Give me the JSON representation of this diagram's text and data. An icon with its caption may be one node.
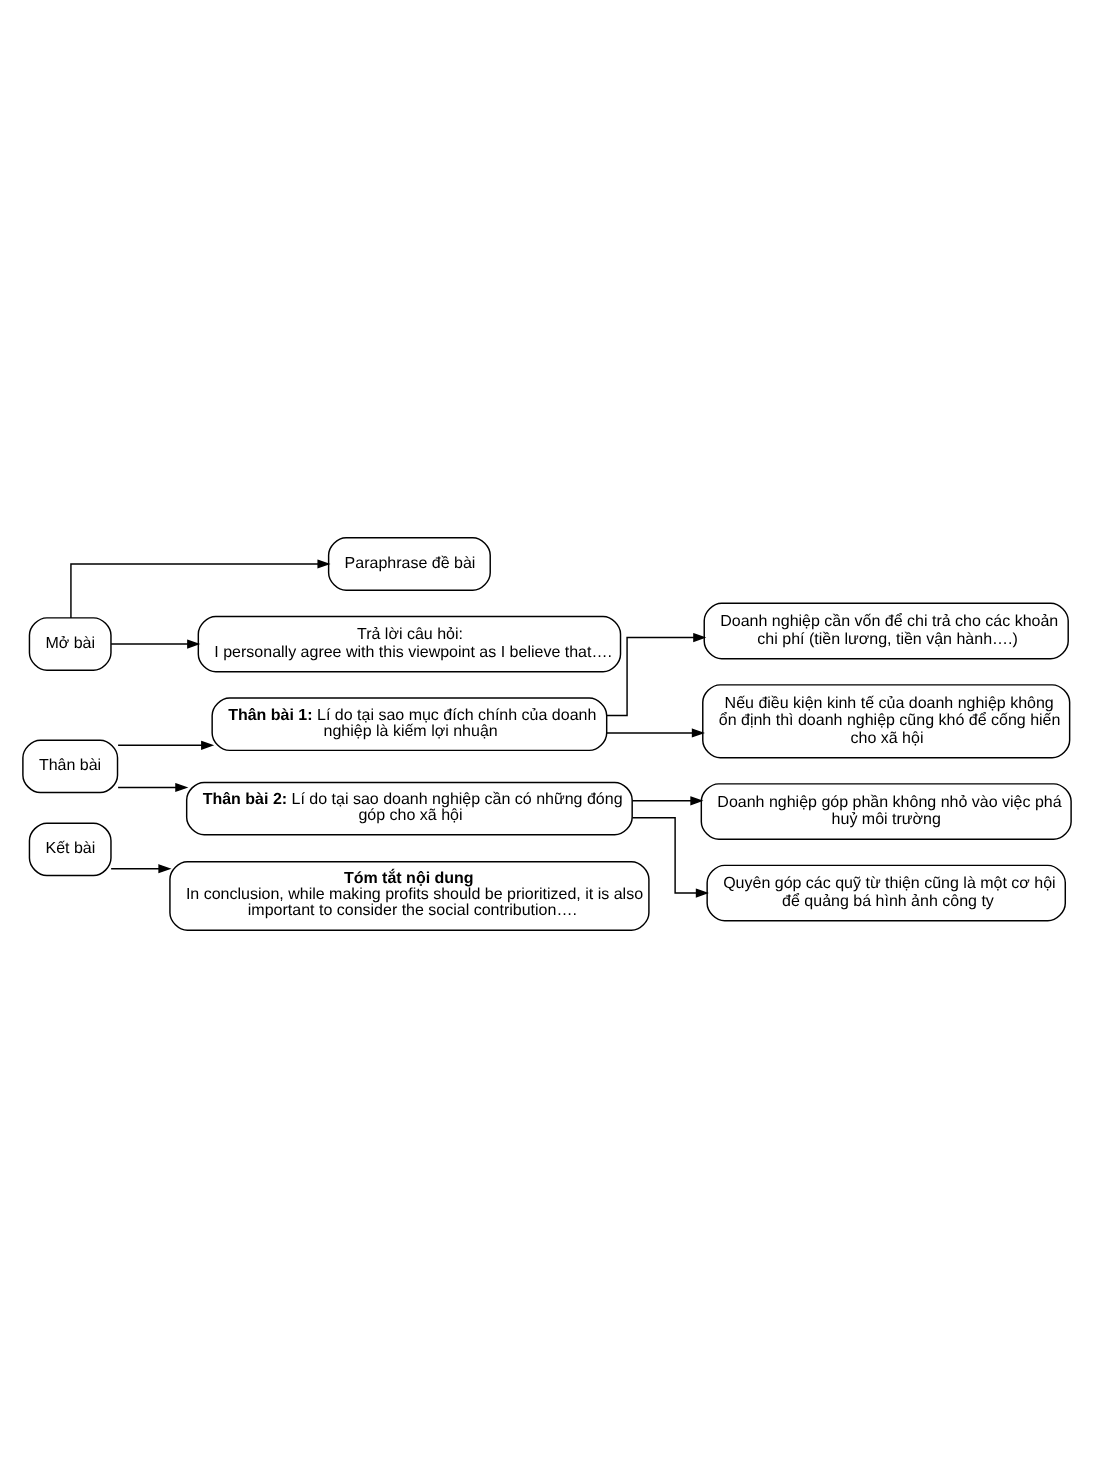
{
  "diagram": {
    "nodes": [
      {
        "text": [
          "Mở bài"
        ]
      },
      {
        "text": [
          "Paraphrase đề bài"
        ]
      },
      {
        "text": [
          "Trả lời câu hỏi:",
          "I personally agree with this viewpoint as I believe that…."
        ]
      },
      {
        "text": [
          "Thân bài"
        ]
      },
      {
        "text": [
          "**Thân bài 1:** Lí do tại sao mục đích chính của doanh nghiệp là kiếm lợi nhuận"
        ]
      },
      {
        "text": [
          "Doanh nghiệp cần vốn để chi trả cho các khoản chi phí (tiền lương, tiền vận hành….)"
        ]
      },
      {
        "text": [
          "Nếu điều kiện kinh tế của doanh nghiệp không ổn định thì doanh nghiệp cũng khó để cống hiến cho xã hội"
        ]
      },
      {
        "text": [
          "**Thân bài 2:** Lí do tại sao doanh nghiệp cần có những đóng góp cho xã hội"
        ]
      },
      {
        "text": [
          "Doanh nghiệp góp phần không nhỏ vào việc phá huỷ môi trường"
        ]
      },
      {
        "text": [
          "Quyên góp các quỹ từ thiện cũng là một cơ hội để quảng bá hình ảnh công ty"
        ]
      },
      {
        "text": [
          "Kết bài"
        ]
      },
      {
        "text": [
          "Tóm tắt nội dung",
          "In conclusion, while making profits should be prioritized, it is also important to consider the social contribution…."
        ]
      }
    ],
    "edges": [
      {
        "from": 0,
        "to": 1,
        "arrow": "to"
      },
      {
        "from": 0,
        "to": 2,
        "arrow": "to"
      },
      {
        "from": 3,
        "to": 4,
        "arrow": "to"
      },
      {
        "from": 3,
        "to": 7,
        "arrow": "to"
      },
      {
        "from": 4,
        "to": 5,
        "arrow": "to"
      },
      {
        "from": 4,
        "to": 6,
        "arrow": "to"
      },
      {
        "from": 7,
        "to": 8,
        "arrow": "to"
      },
      {
        "from": 7,
        "to": 9,
        "arrow": "to"
      },
      {
        "from": 10,
        "to": 11,
        "arrow": "to"
      }
    ]
  }
}
